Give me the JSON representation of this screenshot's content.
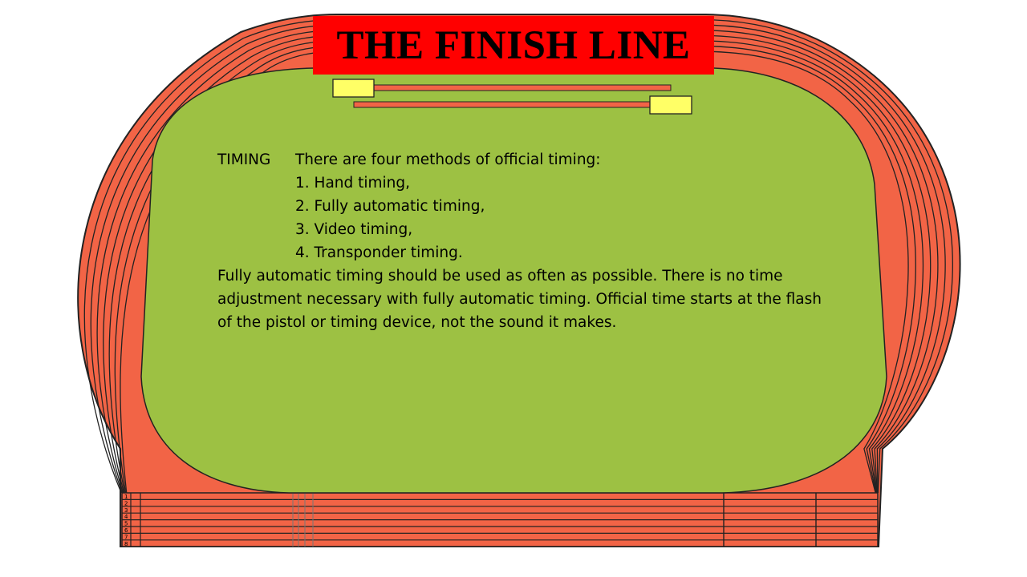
{
  "slide": {
    "title": "THE FINISH LINE",
    "section_label": "TIMING",
    "intro": "There are four methods of official timing:",
    "methods": [
      "1. Hand timing,",
      "2. Fully automatic timing,",
      "3. Video timing,",
      "4. Transponder timing."
    ],
    "paragraph": "Fully automatic timing should be used as often as possible. There is no time adjustment necessary with fully automatic timing.    Official time starts at the flash of the pistol or timing device, not the sound it makes.",
    "lane_numbers": [
      "1",
      "2",
      "3",
      "4",
      "5",
      "6",
      "7",
      "8"
    ]
  },
  "colors": {
    "track": "#f26446",
    "infield": "#9dc143",
    "banner": "#ff0000",
    "marker": "#ffff66"
  }
}
